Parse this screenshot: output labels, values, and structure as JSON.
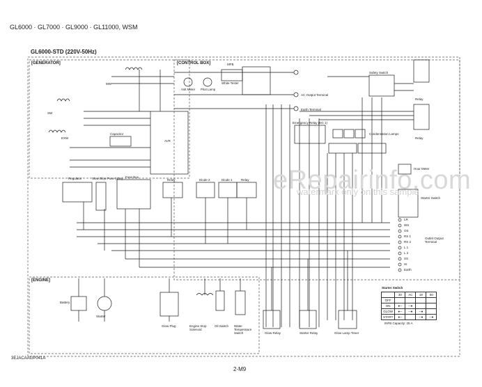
{
  "header": {
    "text": "GL6000 · GL7000 · GL9000 · GL11000, WSM"
  },
  "diagram": {
    "title": "GL6000-STD (220V-50Hz)",
    "sections": {
      "generator": "[GENERATOR]",
      "control_box": "[CONTROL BOX]",
      "engine": "[ENGINE]"
    },
    "components": {
      "mw": "MW",
      "sw": "SW",
      "exw": "EXW",
      "capacitor": "Capacitor",
      "avr": "AVR",
      "volt_meter": "Volt Meter",
      "pilot_lamp": "Pilot Lamp",
      "mfb": "MFB",
      "white_tester": "White Tester",
      "ac_output_terminal": "AC Output Terminal",
      "earth_terminal": "Earth Terminal",
      "safety_switch": "Safety Switch",
      "relay": "Relay",
      "emergency_relay": "Emergency Relay (EG 1)",
      "condensation_lamps": "Condensation Lamps",
      "hour_meter": "Hour Meter",
      "starter_switch": "Starter Switch",
      "outlet_terminal": "Outlet Output Terminal",
      "regulator": "Regulator",
      "slow_blow_fuse": "Slow Blow Fuse (40A)",
      "fuse_box": "Fuse Box",
      "diode2": "Diode 2",
      "diode1": "Diode 1",
      "battery": "Battery",
      "starter": "Starter",
      "glow_plug": "Glow Plug",
      "engine_stop_solenoid": "Engine Stop Solenoid",
      "oil_switch": "Oil Switch",
      "water_temp_switch": "Water Temperature Switch",
      "glow_relay": "Glow Relay",
      "starter_relay": "Starter Relay",
      "glow_lamp_timer": "Glow Lamp Timer"
    },
    "outlet_terminals": [
      "LR",
      "WS",
      "OS",
      "RS 1",
      "RS 2",
      "L 1",
      "L 2",
      "SS",
      "HI",
      "Earth"
    ],
    "starter_switch_table": {
      "title": "Starter Switch",
      "columns": [
        "",
        "30",
        "AC",
        "19",
        "50"
      ],
      "rows": [
        "OFF",
        "ON",
        "GLOW",
        "START"
      ]
    },
    "ncu_note": "INFB Capacity: 25 A"
  },
  "watermark": {
    "line1": "eRepairinfo.com",
    "line2": "watermark only on this sample"
  },
  "footer": {
    "doc_code": "3EJACAAGP041A",
    "page": "2-M9"
  },
  "colors": {
    "line": "#1a1a1a",
    "dash": "#555555",
    "watermark": "#d4d4d4"
  }
}
